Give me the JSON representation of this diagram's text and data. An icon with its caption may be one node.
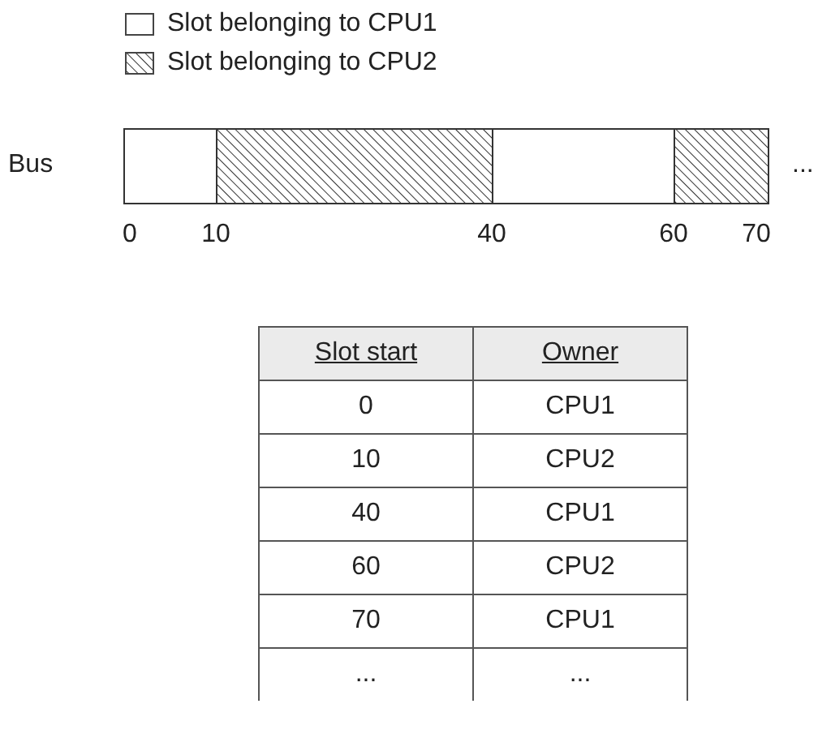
{
  "diagram": {
    "labels": [
      "Bus",
      "...",
      "0",
      "10",
      "40",
      "60",
      "70",
      "Slot start",
      "Owner",
      "0",
      "CPU1",
      "10",
      "CPU2",
      "40",
      "CPU1",
      "60",
      "CPU2",
      "70",
      "CPU1",
      "...",
      "..."
    ],
    "legend": [
      {
        "text": "Slot belonging to CPU1"
      },
      {
        "text": "Slot belonging to CPU2"
      }
    ]
  }
}
